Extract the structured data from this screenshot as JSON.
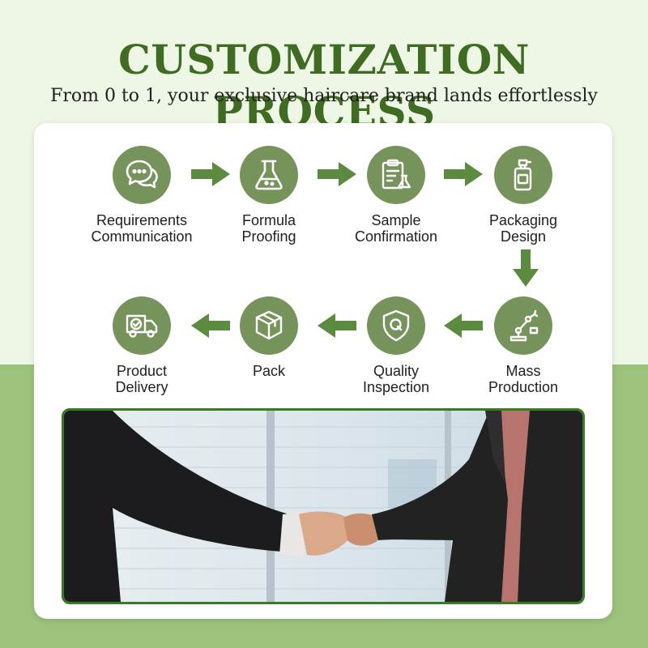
{
  "header": {
    "title": "CUSTOMIZATION PROCESS",
    "subtitle": "From 0 to 1, your exclusive haircare brand lands effortlessly"
  },
  "steps": [
    {
      "icon": "chat-bubbles-icon",
      "line1": "Requirements",
      "line2": "Communication"
    },
    {
      "icon": "flask-icon",
      "line1": "Formula",
      "line2": "Proofing"
    },
    {
      "icon": "clipboard-flask-icon",
      "line1": "Sample",
      "line2": "Confirmation"
    },
    {
      "icon": "pump-bottle-icon",
      "line1": "Packaging",
      "line2": "Design"
    },
    {
      "icon": "robot-arm-icon",
      "line1": "Mass",
      "line2": "Production"
    },
    {
      "icon": "shield-check-icon",
      "line1": "Quality",
      "line2": "Inspection"
    },
    {
      "icon": "box-icon",
      "line1": "Pack",
      "line2": ""
    },
    {
      "icon": "delivery-truck-icon",
      "line1": "Product",
      "line2": "Delivery"
    }
  ],
  "colors": {
    "title": "#3f6b22",
    "icon_circle": "#76935c",
    "arrow": "#5c8a3e",
    "background_top": "#eef7e6",
    "background_bottom": "#9cc27c",
    "photo_border": "#3b7a24"
  },
  "photo": {
    "subject": "handshake-photo"
  }
}
